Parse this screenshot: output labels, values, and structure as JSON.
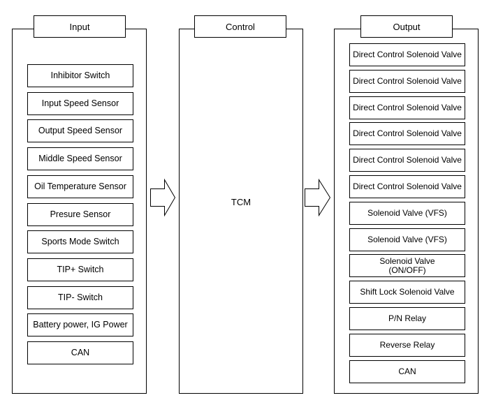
{
  "input": {
    "title": "Input",
    "items": [
      "Inhibitor Switch",
      "Input Speed Sensor",
      "Output Speed Sensor",
      "Middle Speed Sensor",
      "Oil Temperature Sensor",
      "Presure Sensor",
      "Sports Mode Switch",
      "TIP+ Switch",
      "TIP- Switch",
      "Battery power, IG Power",
      "CAN"
    ]
  },
  "control": {
    "title": "Control",
    "label": "TCM"
  },
  "output": {
    "title": "Output",
    "items": [
      "Direct Control Solenoid Valve",
      "Direct Control Solenoid Valve",
      "Direct Control Solenoid Valve",
      "Direct Control Solenoid Valve",
      "Direct Control Solenoid Valve",
      "Direct Control Solenoid Valve",
      "Solenoid Valve (VFS)",
      "Solenoid Valve (VFS)",
      "Solenoid Valve\n(ON/OFF)",
      "Shift Lock Solenoid Valve",
      "P/N Relay",
      "Reverse Relay",
      "CAN"
    ]
  }
}
